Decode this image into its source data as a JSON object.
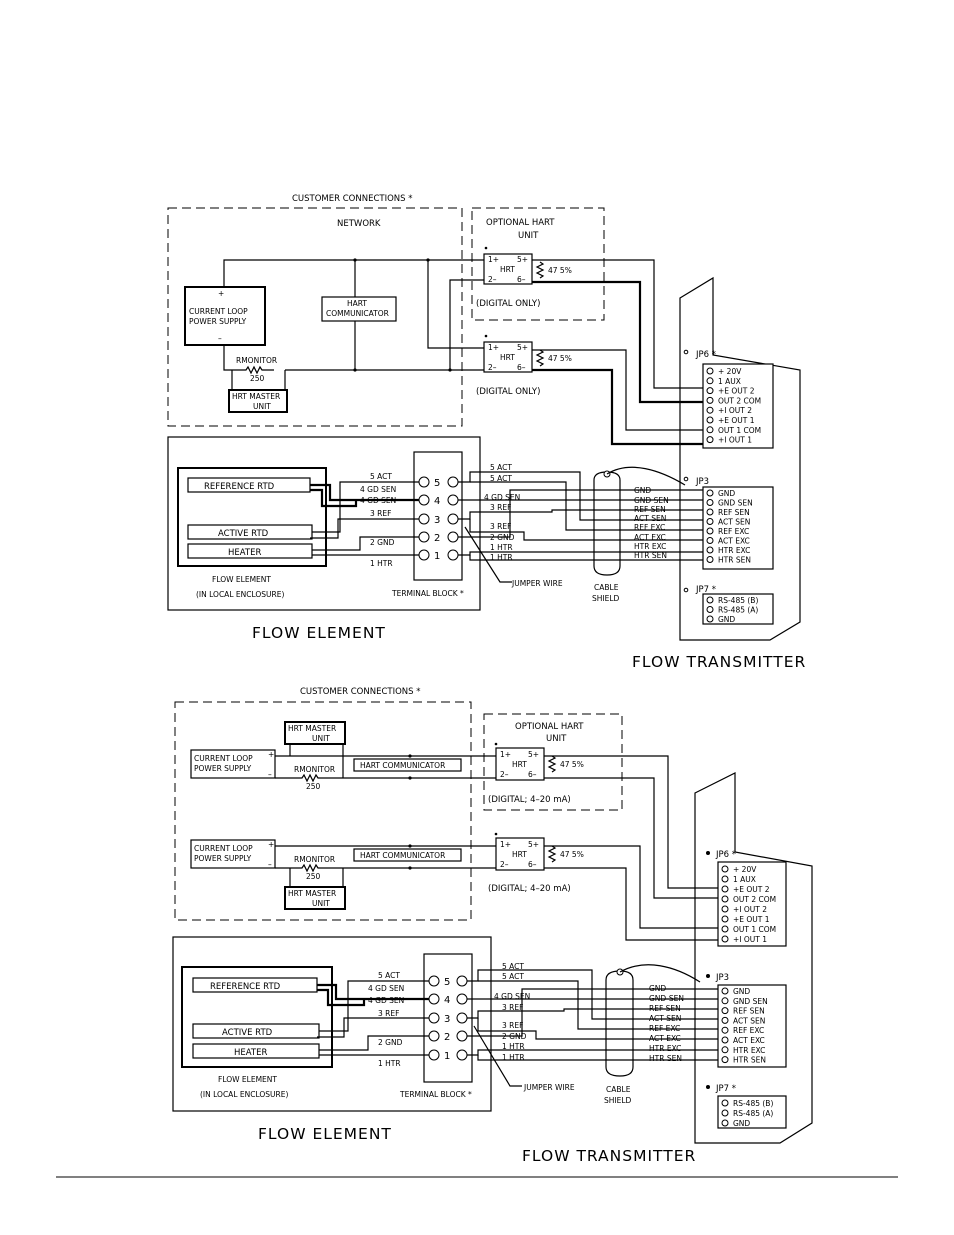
{
  "diagram_top": {
    "customer_connections": "CUSTOMER CONNECTIONS *",
    "network": "NETWORK",
    "optional_hart_unit_1": "OPTIONAL HART",
    "optional_hart_unit_2": "UNIT",
    "hrt": "HRT",
    "hrt_1plus": "1+",
    "hrt_5plus": "5+",
    "hrt_2minus": "2–",
    "hrt_6minus": "6–",
    "resistor": "47 5%",
    "digital_only": "(DIGITAL ONLY)",
    "current_loop_1": "CURRENT LOOP",
    "current_loop_2": "POWER SUPPLY",
    "plus": "+",
    "minus": "–",
    "hart_comm_1": "HART",
    "hart_comm_2": "COMMUNICATOR",
    "rmonitor": "RMONITOR",
    "rmonitor_value": "250",
    "hrt_master_1": "HRT MASTER",
    "hrt_master_2": "UNIT",
    "reference_rtd": "REFERENCE RTD",
    "active_rtd": "ACTIVE RTD",
    "heater": "HEATER",
    "flow_element_box_1": "FLOW ELEMENT",
    "flow_element_box_2": "(IN LOCAL ENCLOSURE)",
    "terminal_block": "TERMINAL BLOCK *",
    "jumper_wire": "JUMPER WIRE",
    "cable_1": "CABLE",
    "cable_2": "SHIELD",
    "flow_element_title": "FLOW ELEMENT",
    "flow_transmitter_title": "FLOW TRANSMITTER",
    "left_wires": [
      "5 ACT",
      "4 GD SEN",
      "4 GD SEN",
      "3 REF",
      "2 GND",
      "1 HTR"
    ],
    "right_wires": [
      "5 ACT",
      "5 ACT",
      "4 GD SEN",
      "3 REF",
      "3 REF",
      "2 GND",
      "1 HTR",
      "1 HTR"
    ],
    "terminal_numbers": [
      "5",
      "4",
      "3",
      "2",
      "1"
    ],
    "cable_wires": [
      "GND",
      "GND SEN",
      "REF SEN",
      "ACT SEN",
      "REF EXC",
      "ACT EXC",
      "HTR EXC",
      "HTR SEN"
    ],
    "jp6": "JP6 *",
    "jp6_pins": [
      "+ 20V",
      "1 AUX",
      "+E OUT 2",
      "OUT 2 COM",
      "+I OUT 2",
      "+E OUT 1",
      "OUT 1 COM",
      "+I OUT 1"
    ],
    "jp3": "JP3",
    "jp3_pins": [
      "GND",
      "GND SEN",
      "REF SEN",
      "ACT SEN",
      "REF EXC",
      "ACT EXC",
      "HTR EXC",
      "HTR SEN"
    ],
    "jp7": "JP7 *",
    "jp7_pins": [
      "RS-485 (B)",
      "RS-485 (A)",
      "GND"
    ]
  },
  "diagram_bottom": {
    "customer_connections": "CUSTOMER CONNECTIONS *",
    "optional_hart_unit_1": "OPTIONAL HART",
    "optional_hart_unit_2": "UNIT",
    "hrt": "HRT",
    "hrt_1plus": "1+",
    "hrt_5plus": "5+",
    "hrt_2minus": "2–",
    "hrt_6minus": "6–",
    "resistor": "47 5%",
    "digital_420": "(DIGITAL; 4–20 mA)",
    "current_loop_1": "CURRENT LOOP",
    "current_loop_2": "POWER SUPPLY",
    "plus": "+",
    "minus": "–",
    "hart_communicator": "HART COMMUNICATOR",
    "rmonitor": "RMONITOR",
    "rmonitor_value": "250",
    "hrt_master_1": "HRT MASTER",
    "hrt_master_2": "UNIT",
    "reference_rtd": "REFERENCE RTD",
    "active_rtd": "ACTIVE RTD",
    "heater": "HEATER",
    "flow_element_box_1": "FLOW ELEMENT",
    "flow_element_box_2": "(IN LOCAL ENCLOSURE)",
    "terminal_block": "TERMINAL BLOCK *",
    "jumper_wire": "JUMPER WIRE",
    "cable_1": "CABLE",
    "cable_2": "SHIELD",
    "flow_element_title": "FLOW ELEMENT",
    "flow_transmitter_title": "FLOW TRANSMITTER",
    "left_wires": [
      "5 ACT",
      "4 GD SEN",
      "4 GD SEN",
      "3 REF",
      "2 GND",
      "1 HTR"
    ],
    "right_wires": [
      "5 ACT",
      "5 ACT",
      "4 GD SEN",
      "3 REF",
      "3 REF",
      "2 GND",
      "1 HTR",
      "1 HTR"
    ],
    "terminal_numbers": [
      "5",
      "4",
      "3",
      "2",
      "1"
    ],
    "cable_wires": [
      "GND",
      "GND-SEN",
      "REF SEN",
      "ACT SEN",
      "REF EXC",
      "ACT EXC",
      "HTR EXC",
      "HTR SEN"
    ],
    "jp6": "JP6 *",
    "jp6_pins": [
      "+ 20V",
      "1 AUX",
      "+E OUT 2",
      "OUT 2 COM",
      "+I OUT 2",
      "+E OUT 1",
      "OUT 1 COM",
      "+I OUT 1"
    ],
    "jp3": "JP3",
    "jp3_pins": [
      "GND",
      "GND SEN",
      "REF SEN",
      "ACT SEN",
      "REF EXC",
      "ACT EXC",
      "HTR EXC",
      "HTR SEN"
    ],
    "jp7": "JP7 *",
    "jp7_pins": [
      "RS-485 (B)",
      "RS-485 (A)",
      "GND"
    ]
  }
}
